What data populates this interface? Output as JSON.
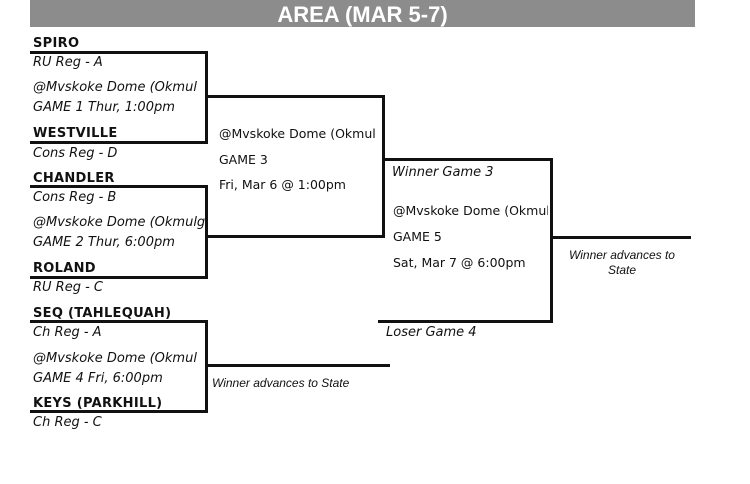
{
  "title": "AREA (MAR 5-7)",
  "games": {
    "g1": {
      "team_top": "SPIRO",
      "seed_top": "RU Reg - A",
      "location": "@Mvskoke Dome (Okmul",
      "info": "GAME 1 Thur, 1:00pm",
      "team_bottom": "WESTVILLE",
      "seed_bottom": "Cons Reg - D"
    },
    "g2": {
      "team_top": "CHANDLER",
      "seed_top": "Cons Reg - B",
      "location": "@Mvskoke Dome (Okmulg",
      "info": "GAME 2 Thur, 6:00pm",
      "team_bottom": "ROLAND",
      "seed_bottom": "RU Reg - C"
    },
    "g3": {
      "location": "@Mvskoke Dome (Okmul",
      "label": "GAME 3",
      "time": "Fri, Mar 6 @ 1:00pm"
    },
    "g4": {
      "team_top": "SEQ (TAHLEQUAH)",
      "seed_top": "Ch Reg - A",
      "location": "@Mvskoke Dome (Okmul",
      "info": "GAME 4 Fri, 6:00pm",
      "team_bottom": "KEYS (PARKHILL)",
      "seed_bottom": "Ch Reg - C",
      "outcome": "Winner advances to State"
    },
    "g5": {
      "slot_top": "Winner Game 3",
      "location": "@Mvskoke Dome (Okmul",
      "label": "GAME 5",
      "time": "Sat, Mar 7 @ 6:00pm",
      "slot_bottom": "Loser Game 4",
      "outcome_line1": "Winner advances to",
      "outcome_line2": "State"
    }
  }
}
